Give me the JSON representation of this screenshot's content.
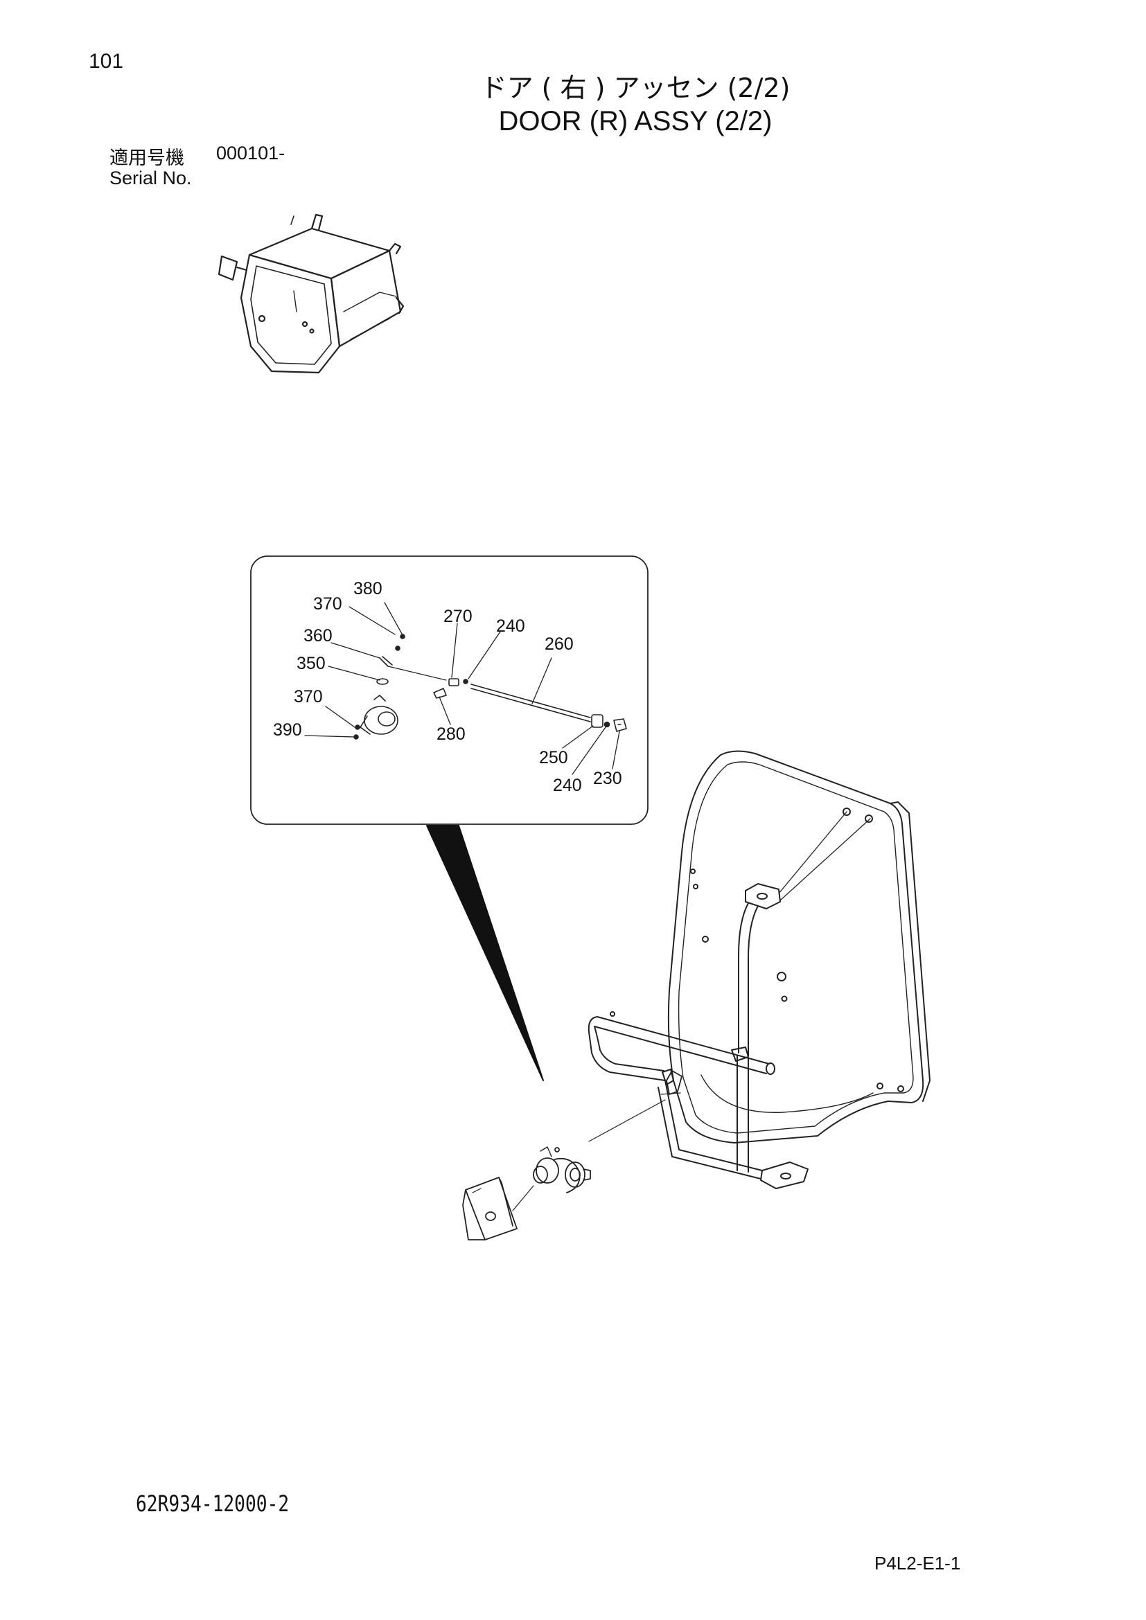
{
  "header": {
    "page_number": "101",
    "title_jp": "ドア ( 右 ) アッセン (2/2)",
    "title_en": "DOOR (R) ASSY (2/2)"
  },
  "serial": {
    "label_jp": "適用号機",
    "value": "000101-",
    "label_en": "Serial No."
  },
  "callouts": [
    {
      "id": "c380a",
      "text": "380"
    },
    {
      "id": "c370a",
      "text": "370"
    },
    {
      "id": "c270",
      "text": "270"
    },
    {
      "id": "c240a",
      "text": "240"
    },
    {
      "id": "c360",
      "text": "360"
    },
    {
      "id": "c260",
      "text": "260"
    },
    {
      "id": "c350",
      "text": "350"
    },
    {
      "id": "c370b",
      "text": "370"
    },
    {
      "id": "c390",
      "text": "390"
    },
    {
      "id": "c280",
      "text": "280"
    },
    {
      "id": "c250",
      "text": "250"
    },
    {
      "id": "c240b",
      "text": "240"
    },
    {
      "id": "c230",
      "text": "230"
    }
  ],
  "footer": {
    "drawing_number": "62R934-12000-2",
    "page_code": "P4L2-E1-1"
  }
}
